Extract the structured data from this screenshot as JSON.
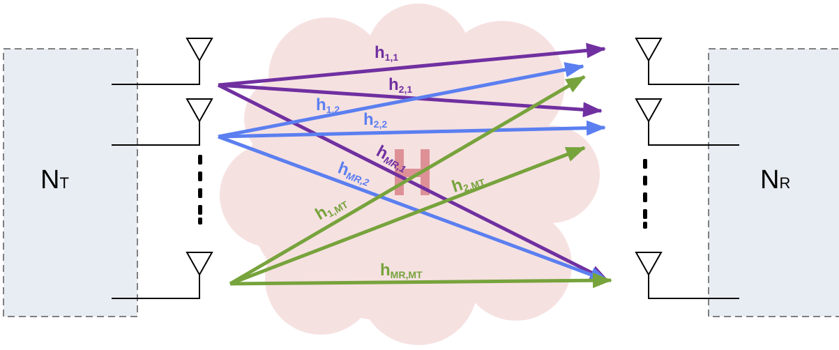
{
  "colors": {
    "purple": "#7030a0",
    "blue": "#5b7ff0",
    "green": "#77a33c",
    "cloud": "#f5dede",
    "box_fill": "#e8edf3",
    "box_border": "#7f7f7f",
    "matrix_h": "#d9848a",
    "antenna": "#000000"
  },
  "transmitter": {
    "main": "N",
    "sub": "T"
  },
  "receiver": {
    "main": "N",
    "sub": "R"
  },
  "channel_matrix_symbol": "H",
  "labels": {
    "h11": {
      "main": "h",
      "sub": "1,1"
    },
    "h21": {
      "main": "h",
      "sub": "2,1"
    },
    "h12": {
      "main": "h",
      "sub": "1,2"
    },
    "h22": {
      "main": "h",
      "sub": "2,2"
    },
    "hMR1": {
      "main": "h",
      "sub": "MR,1"
    },
    "hMR2": {
      "main": "h",
      "sub": "MR,2"
    },
    "h1MT": {
      "main": "h",
      "sub": "1,MT"
    },
    "h2MT": {
      "main": "h",
      "sub": "2,MT"
    },
    "hMRMT": {
      "main": "h",
      "sub": "MR,MT"
    }
  }
}
